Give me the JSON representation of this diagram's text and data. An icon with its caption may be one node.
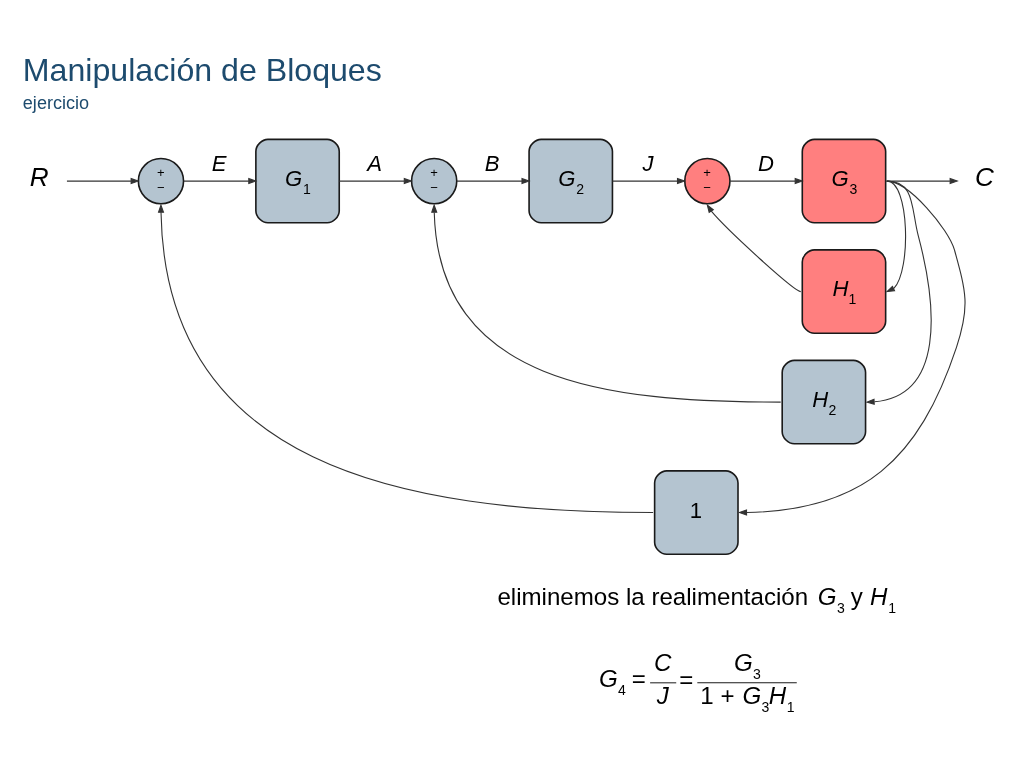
{
  "diagram": {
    "title": "Manipulación de Bloques",
    "caption": "ejercicio",
    "nodes": [
      {
        "text": [
          "R"
        ]
      },
      {
        "text": [
          "+",
          "−"
        ]
      },
      {
        "text": [
          "*G*$_{1}$"
        ]
      },
      {
        "text": [
          "+",
          "−"
        ]
      },
      {
        "text": [
          "*G*$_{2}$"
        ]
      },
      {
        "text": [
          "+",
          "−"
        ]
      },
      {
        "text": [
          "*G*$_{3}$"
        ]
      },
      {
        "text": [
          "C"
        ]
      },
      {
        "text": [
          "*H*$_{1}$"
        ]
      },
      {
        "text": [
          "*H*$_{2}$"
        ]
      },
      {
        "text": [
          "1"
        ]
      }
    ],
    "edges": [
      {
        "from": 0,
        "to": 1,
        "arrow": "to"
      },
      {
        "from": 1,
        "to": 2,
        "arrow": "to",
        "label": "E"
      },
      {
        "from": 2,
        "to": 3,
        "arrow": "to",
        "label": "A"
      },
      {
        "from": 3,
        "to": 4,
        "arrow": "to",
        "label": "B"
      },
      {
        "from": 4,
        "to": 5,
        "arrow": "to",
        "label": "J"
      },
      {
        "from": 5,
        "to": 6,
        "arrow": "to",
        "label": "D"
      },
      {
        "from": 6,
        "to": 7,
        "arrow": "to"
      },
      {
        "from": 6,
        "to": 8,
        "arrow": "to"
      },
      {
        "from": 8,
        "to": 5,
        "arrow": "to"
      },
      {
        "from": 6,
        "to": 9,
        "arrow": "to"
      },
      {
        "from": 9,
        "to": 3,
        "arrow": "to"
      },
      {
        "from": 6,
        "to": 10,
        "arrow": "to"
      },
      {
        "from": 10,
        "to": 1,
        "arrow": "to"
      }
    ],
    "labels": [
      "eliminemos la realimentación *G*$_{3}$ y *H*$_{1}$",
      "*G*$_{4}$ =",
      "C",
      "J",
      "=",
      "*G*$_{3}$",
      "1 + *G*$_{3}$*H*$_{1}$"
    ]
  }
}
